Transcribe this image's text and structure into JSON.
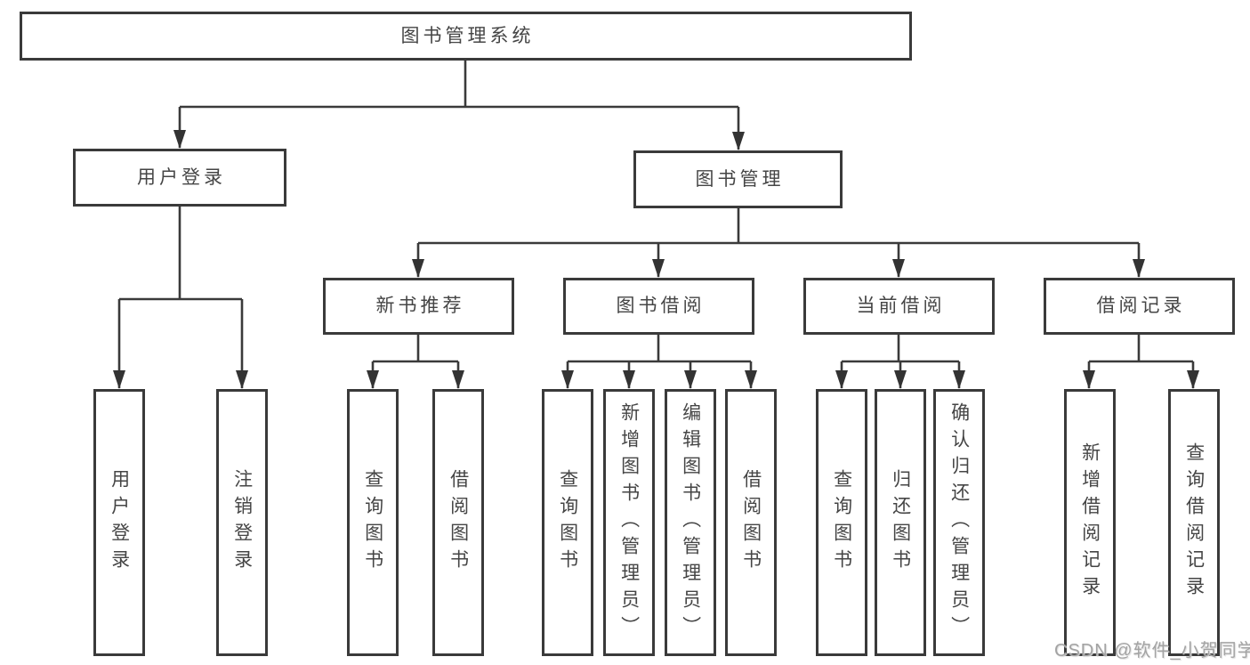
{
  "diagram": {
    "title": "图书管理系统",
    "root": "图书管理系统",
    "level2": [
      "用户登录",
      "图书管理"
    ],
    "level3": [
      "新书推荐",
      "图书借阅",
      "当前借阅",
      "借阅记录"
    ],
    "leaves": [
      "用户登录",
      "注销登录",
      "查询图书",
      "借阅图书",
      "查询图书",
      "新增图书（管理员）",
      "编辑图书（管理员）",
      "借阅图书",
      "查询图书",
      "归还图书",
      "确认归还（管理员）",
      "新增借阅记录",
      "查询借阅记录"
    ]
  },
  "watermark": "CSDN @软件_小贺同学",
  "colors": {
    "background": "#ffffff",
    "box_border": "#3a3a3a",
    "box_fill": "#ffffff",
    "text": "#454545",
    "connector": "#3a3a3a",
    "watermark": "#a3a3a3"
  }
}
